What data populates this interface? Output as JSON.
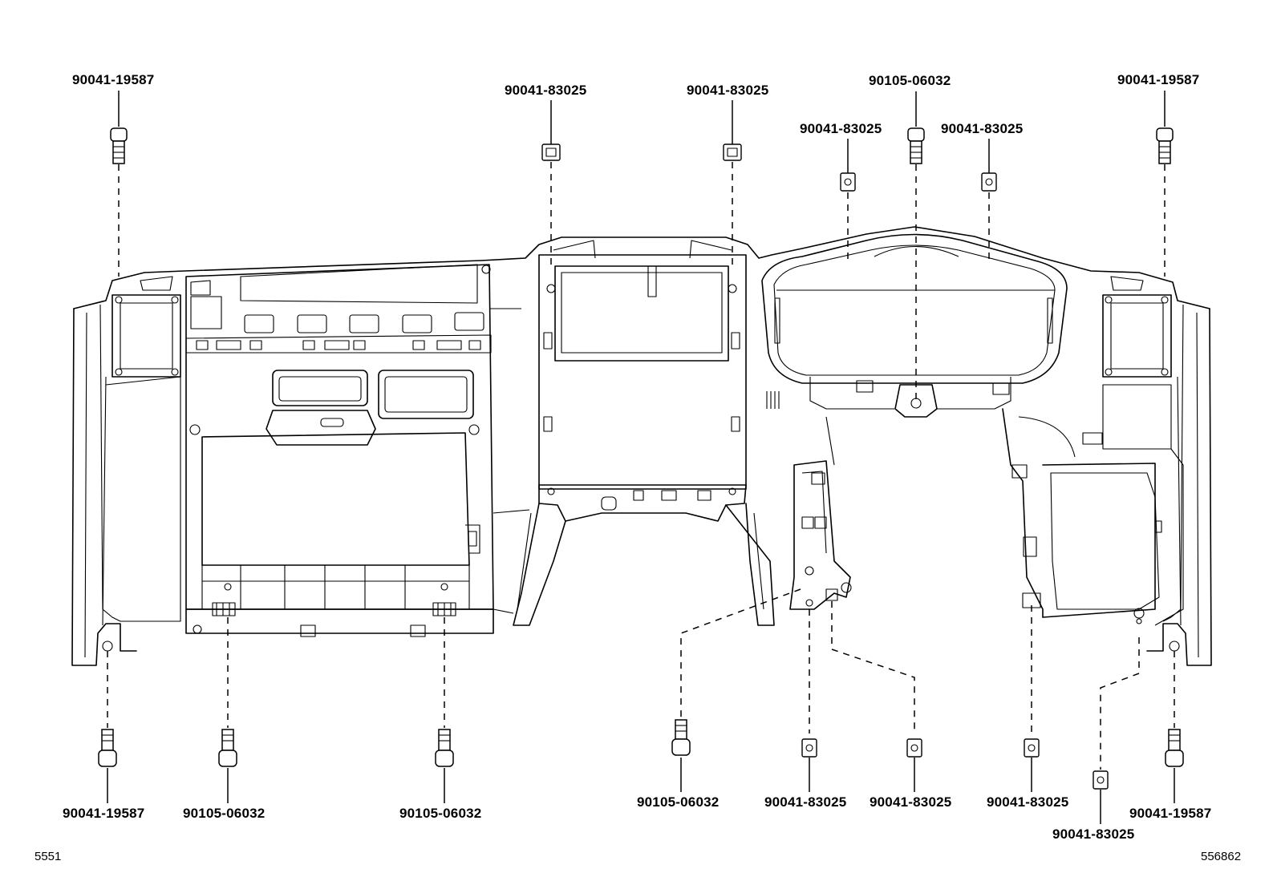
{
  "labels": {
    "top_1": "90041-19587",
    "top_2": "90041-83025",
    "top_3": "90041-83025",
    "top_4": "90105-06032",
    "top_5": "90041-83025",
    "top_6": "90041-83025",
    "top_7": "90041-19587",
    "bottom_1": "90041-19587",
    "bottom_2": "90105-06032",
    "bottom_3": "90105-06032",
    "bottom_4": "90105-06032",
    "bottom_5": "90041-83025",
    "bottom_6": "90041-83025",
    "bottom_7": "90041-83025",
    "bottom_8": "90041-83025",
    "bottom_9": "90041-19587"
  },
  "corners": {
    "bottom_left": "5551",
    "bottom_right": "556862"
  }
}
